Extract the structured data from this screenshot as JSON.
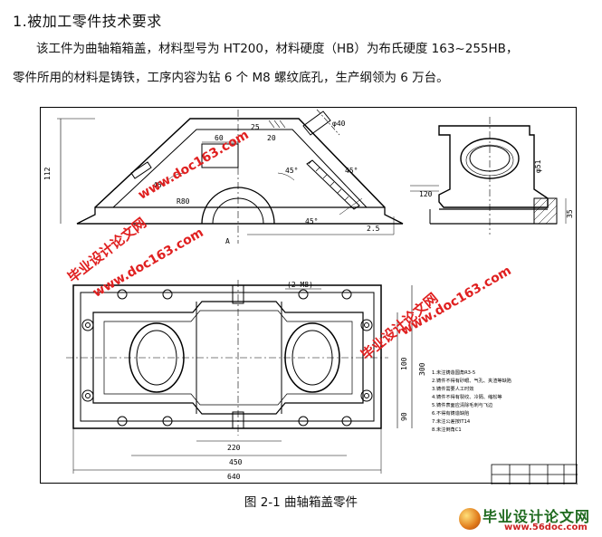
{
  "section": {
    "heading": "1.被加工零件技术要求"
  },
  "paragraphs": [
    "该工件为曲轴箱箱盖，材料型号为 HT200，材料硬度（HB）为布氏硬度 163~255HB，",
    "零件所用的材料是铸铁，工序内容为钻 6 个 M8 螺纹底孔，生产纲领为 6 万台。"
  ],
  "figure": {
    "caption": "图 2-1 曲轴箱盖零件",
    "dimensions": {
      "d60": "60",
      "d20": "20",
      "d25": "25",
      "d40": "φ40",
      "a45a": "45°",
      "a45b": "45°",
      "a45c": "45°",
      "a45d": "45°",
      "r80": "R80",
      "h112": "112",
      "d51": "φ51",
      "d35": "35",
      "d120": "120",
      "w220": "220",
      "w450": "450",
      "w640": "640",
      "h300": "300",
      "h100": "100",
      "h90": "90",
      "sec": "(2-M8)",
      "a12": "A",
      "r12": "2.5"
    },
    "notes": [
      "1.未注铸造圆角R3-5",
      "2.铸件不得有砂眼、气孔、夹渣等缺陷",
      "3.铸件需要人工时效",
      "4.铸件不得有裂纹、冷隔、缩松等",
      "5.铸件表面应清除毛刺与飞边",
      "6.不得有铸造缺陷",
      "7.未注公差按IT14",
      "8.未注倒角C1"
    ]
  },
  "watermarks": {
    "cn": "毕业设计论文网",
    "url": "www.doc163.com",
    "footer_cn": "毕业设计论文网",
    "footer_url": "www.56doc.com"
  },
  "colors": {
    "watermark_red": "#e02020",
    "watermark_pink": "#ff66aa",
    "footer_green": "#1f6a1f"
  }
}
